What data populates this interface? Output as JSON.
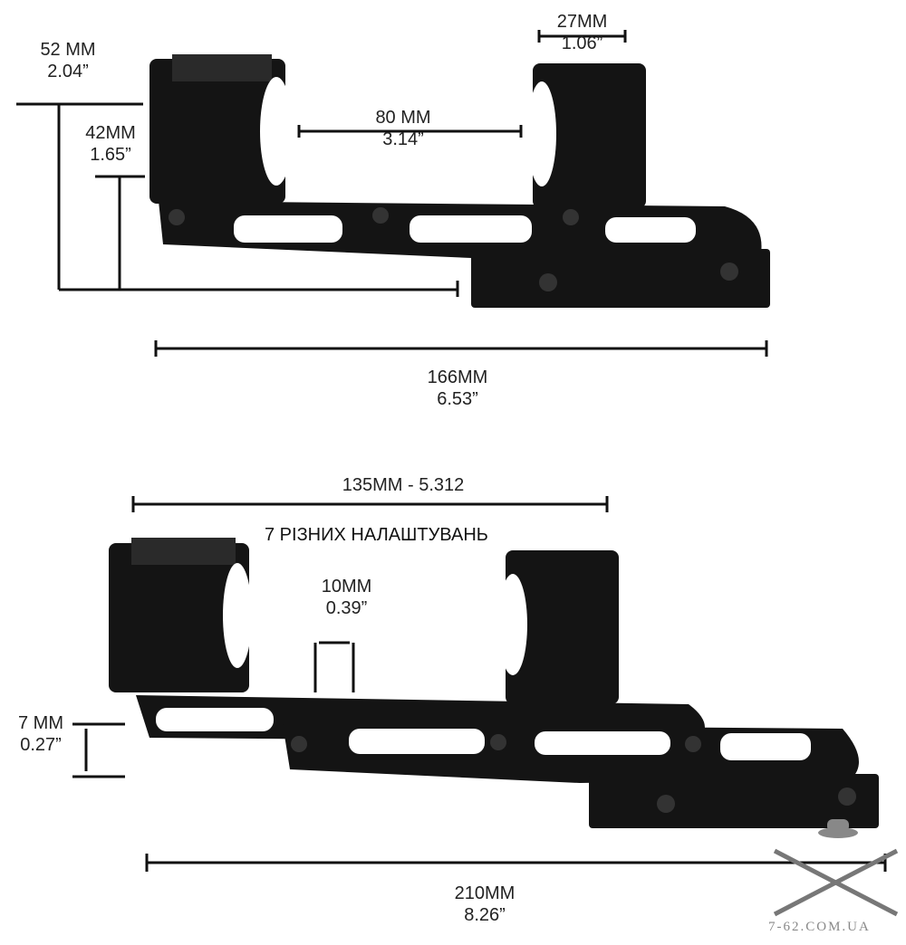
{
  "top_mount": {
    "height_high": {
      "mm": "52 MM",
      "in": "2.04”"
    },
    "height_low": {
      "mm": "42MM",
      "in": "1.65”"
    },
    "ring_spacing": {
      "mm": "80 MM",
      "in": "3.14”"
    },
    "ring_width": {
      "mm": "27MM",
      "in": "1.06”"
    },
    "length": {
      "mm": "166MM",
      "in": "6.53”"
    }
  },
  "bottom_mount": {
    "adjust_range": "135MM - 5.312",
    "settings_label": "7 РІЗНИХ НАЛАШТУВАНЬ",
    "step": {
      "mm": "10MM",
      "in": "0.39”"
    },
    "offset": {
      "mm": "7 MM",
      "in": "0.27”"
    },
    "length": {
      "mm": "210MM",
      "in": "8.26”"
    }
  },
  "watermark": "7-62.COM.UA",
  "colors": {
    "mount": "#141414",
    "line": "#111111"
  }
}
